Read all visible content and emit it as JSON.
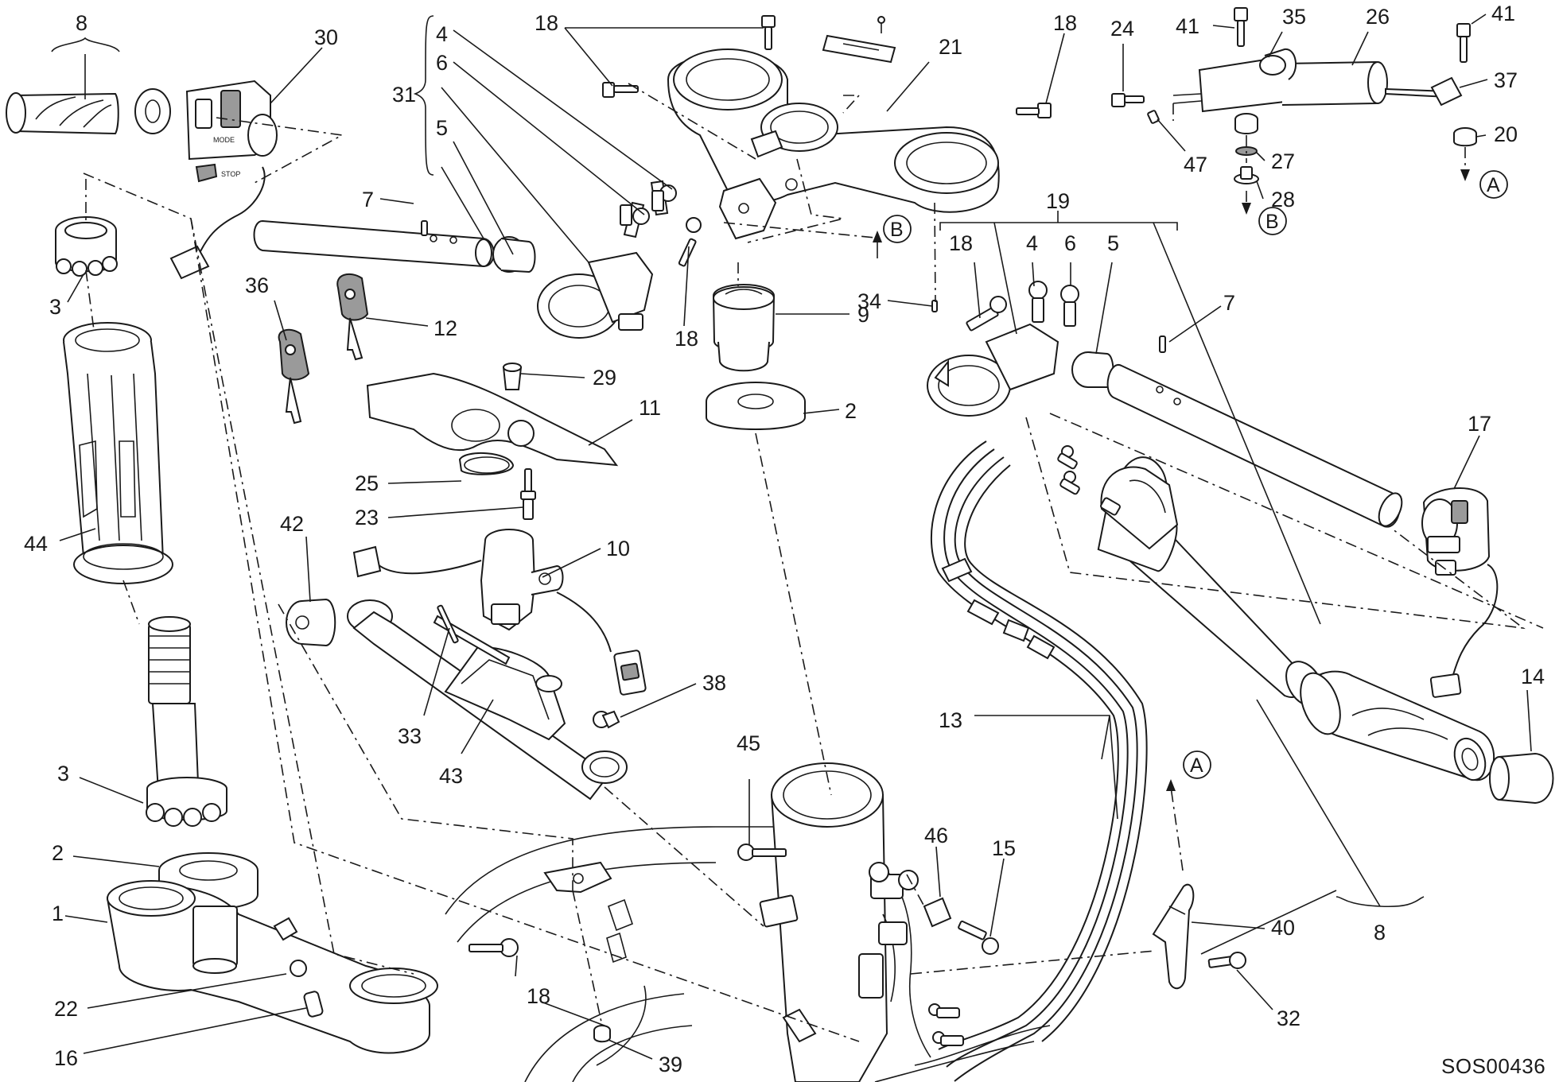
{
  "diagram": {
    "code": "SOS00436",
    "switch_text": {
      "mode": "MODE",
      "stop": "STOP"
    },
    "callouts": [
      {
        "n": "8"
      },
      {
        "n": "30"
      },
      {
        "n": "3"
      },
      {
        "n": "44"
      },
      {
        "n": "3"
      },
      {
        "n": "2"
      },
      {
        "n": "1"
      },
      {
        "n": "22"
      },
      {
        "n": "16"
      },
      {
        "n": "31"
      },
      {
        "n": "4"
      },
      {
        "n": "6"
      },
      {
        "n": "5"
      },
      {
        "n": "7"
      },
      {
        "n": "36"
      },
      {
        "n": "12"
      },
      {
        "n": "18"
      },
      {
        "n": "18"
      },
      {
        "n": "18"
      },
      {
        "n": "18"
      },
      {
        "n": "21"
      },
      {
        "n": "9"
      },
      {
        "n": "2"
      },
      {
        "n": "29"
      },
      {
        "n": "11"
      },
      {
        "n": "25"
      },
      {
        "n": "23"
      },
      {
        "n": "10"
      },
      {
        "n": "42"
      },
      {
        "n": "33"
      },
      {
        "n": "43"
      },
      {
        "n": "38"
      },
      {
        "n": "45"
      },
      {
        "n": "46"
      },
      {
        "n": "15"
      },
      {
        "n": "39"
      },
      {
        "n": "24"
      },
      {
        "n": "41"
      },
      {
        "n": "35"
      },
      {
        "n": "26"
      },
      {
        "n": "41"
      },
      {
        "n": "37"
      },
      {
        "n": "20"
      },
      {
        "n": "47"
      },
      {
        "n": "27"
      },
      {
        "n": "28"
      },
      {
        "n": "19"
      },
      {
        "n": "18"
      },
      {
        "n": "4"
      },
      {
        "n": "6"
      },
      {
        "n": "5"
      },
      {
        "n": "7"
      },
      {
        "n": "34"
      },
      {
        "n": "17"
      },
      {
        "n": "14"
      },
      {
        "n": "13"
      },
      {
        "n": "8"
      },
      {
        "n": "40"
      },
      {
        "n": "32"
      }
    ],
    "refs": [
      {
        "letter": "B"
      },
      {
        "letter": "B"
      },
      {
        "letter": "A"
      },
      {
        "letter": "A"
      }
    ]
  }
}
